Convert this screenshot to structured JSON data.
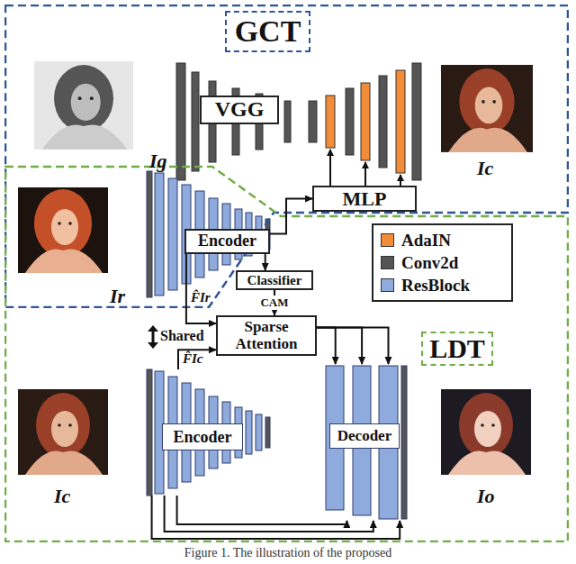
{
  "diagram": {
    "caption": "Figure 1. The illustration of the proposed",
    "nodes": [
      {
        "text": [
          "GCT"
        ]
      },
      {
        "text": [
          "VGG"
        ],
        "in": 0
      },
      {
        "text": [
          "MLP"
        ],
        "in": 0
      },
      {
        "text": [
          "LDT"
        ]
      },
      {
        "text": [
          "Encoder"
        ]
      },
      {
        "text": [
          "Classifier"
        ],
        "in": 3
      },
      {
        "text": [
          "Sparse Attention"
        ],
        "in": 3
      },
      {
        "text": [
          "Encoder"
        ],
        "in": 3
      },
      {
        "text": [
          "Decoder"
        ],
        "in": 3
      }
    ],
    "edges": [
      {
        "from": 4,
        "to": 2,
        "arrow": "to"
      },
      {
        "from": 4,
        "to": 5,
        "arrow": "to"
      },
      {
        "from": 5,
        "to": 6,
        "label": "CAM",
        "arrow": "to"
      },
      {
        "from": 4,
        "to": 6,
        "arrow": "to"
      },
      {
        "from": 7,
        "to": 6,
        "arrow": "to"
      },
      {
        "from": 6,
        "to": 8,
        "arrow": "to"
      },
      {
        "from": 6,
        "to": 8,
        "arrow": "to"
      },
      {
        "from": 6,
        "to": 8,
        "arrow": "to"
      },
      {
        "from": 7,
        "to": 8,
        "arrow": "to"
      },
      {
        "from": 7,
        "to": 8,
        "arrow": "to"
      },
      {
        "from": 7,
        "to": 8,
        "arrow": "to"
      }
    ],
    "labels": [
      "Ig",
      "Ir",
      "Ic",
      "Ic",
      "Io",
      "F̂Ir",
      "F̂Ic",
      "Shared"
    ],
    "legend": [
      {
        "text": "AdaIN",
        "color": "#f28c38"
      },
      {
        "text": "Conv2d",
        "color": "#555555"
      },
      {
        "text": "ResBlock",
        "color": "#8faadc"
      }
    ]
  }
}
